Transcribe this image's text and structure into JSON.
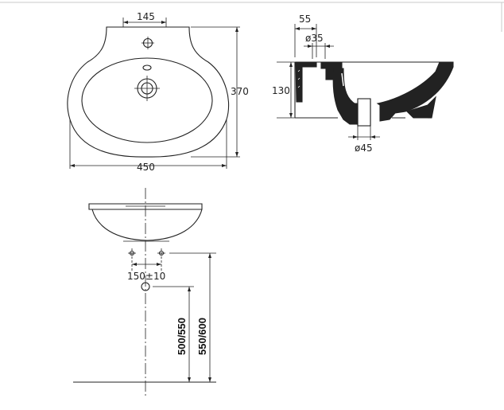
{
  "top_view": {
    "tap_spacing": "145",
    "height": "370",
    "width": "450"
  },
  "section_view": {
    "offset": "55",
    "overflow_diameter": "ø35",
    "depth": "130",
    "waste_diameter": "ø45"
  },
  "front_view": {
    "fixing_spacing": "150±10",
    "waste_height": "500/550",
    "fixing_height": "550/600"
  },
  "colors": {
    "line": "#222222",
    "fill": "#222222",
    "frame": "#bbbbbb"
  }
}
